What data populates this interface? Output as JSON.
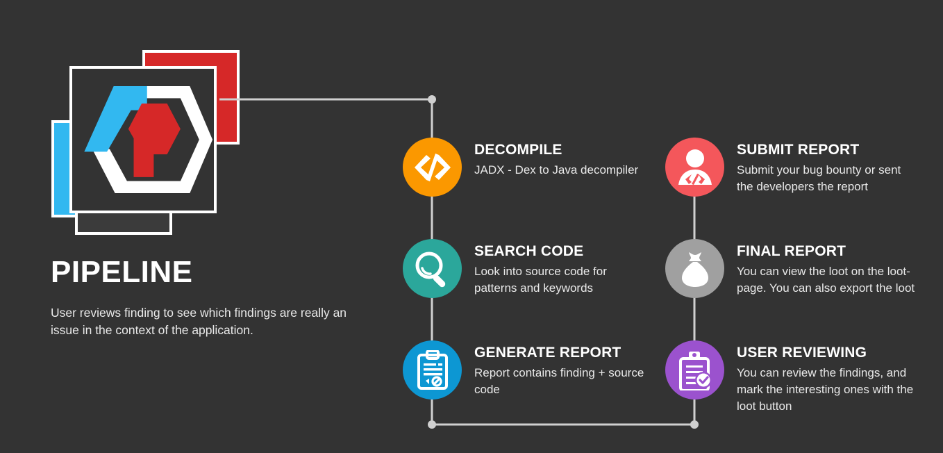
{
  "page": {
    "background_color": "#333333",
    "title": "PIPELINE",
    "subtitle": "User reviews finding to see which findings are really an issue in the context of the application."
  },
  "logo": {
    "name": "hexagon-arrow-logo",
    "card_colors": {
      "blue": "#32B8F0",
      "red": "#D62828",
      "dark": "#3b3b3b",
      "border": "#ffffff"
    },
    "mark_colors": {
      "hexagon": "#ffffff",
      "arrow": "#32B8F0",
      "key": "#D62828"
    }
  },
  "connector": {
    "color": "#d0d0d0",
    "dot_color": "#d0d0d0"
  },
  "steps": [
    {
      "id": "decompile",
      "icon": "code-brackets-icon",
      "color": "#FB9800",
      "title": "DECOMPILE",
      "desc": "JADX - Dex to Java decompiler"
    },
    {
      "id": "search-code",
      "icon": "magnifying-glass-icon",
      "color": "#2BA79B",
      "title": "SEARCH CODE",
      "desc": "Look into source code for patterns and keywords"
    },
    {
      "id": "generate-report",
      "icon": "clipboard-report-icon",
      "color": "#0D97D3",
      "title": "GENERATE REPORT",
      "desc": "Report contains finding + source code"
    },
    {
      "id": "submit-report",
      "icon": "user-code-icon",
      "color": "#F4575B",
      "title": "SUBMIT REPORT",
      "desc": "Submit your bug bounty or sent the developers the report"
    },
    {
      "id": "final-report",
      "icon": "loot-bag-icon",
      "color": "#A0A0A0",
      "title": "FINAL REPORT",
      "desc": "You can view the loot on the loot-page. You can also export the loot"
    },
    {
      "id": "user-reviewing",
      "icon": "clipboard-check-icon",
      "color": "#9B52CE",
      "title": "USER REVIEWING",
      "desc": "You can review the findings, and mark the interesting ones with the loot button"
    }
  ]
}
